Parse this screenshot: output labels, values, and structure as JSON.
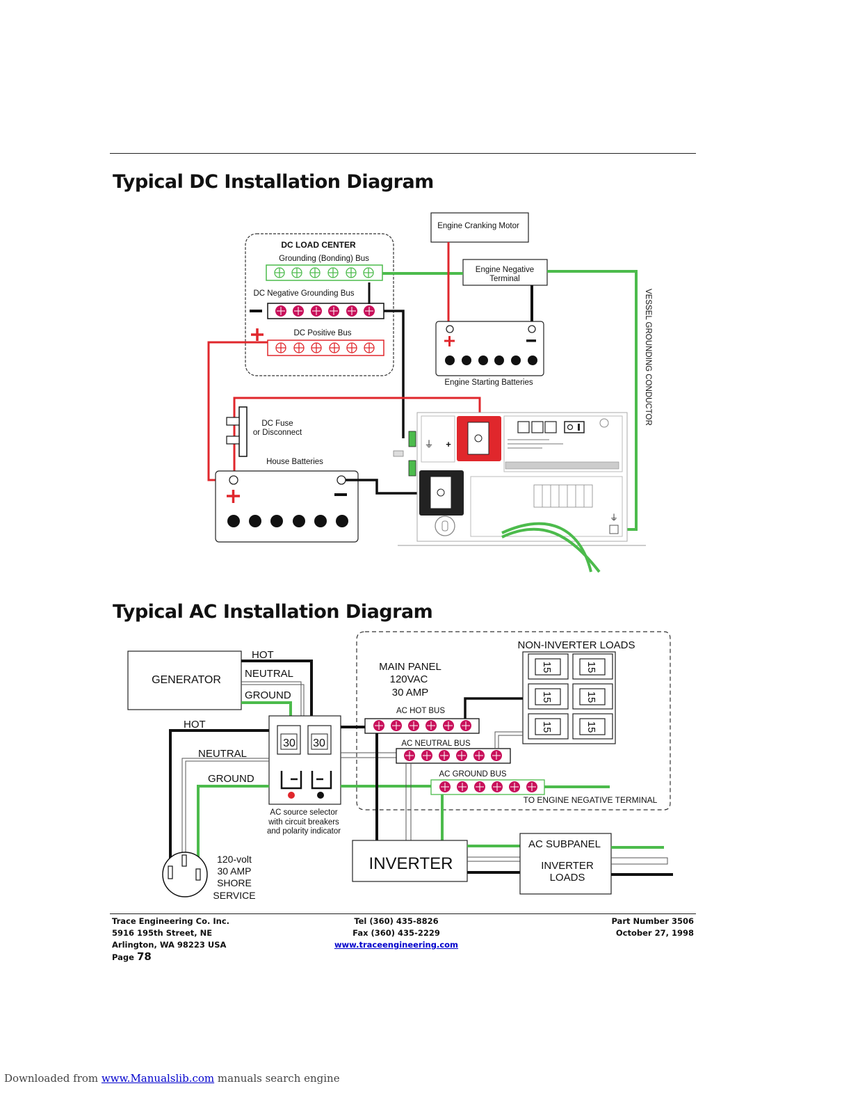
{
  "dc_title": "Typical DC Installation Diagram",
  "ac_title": "Typical AC Installation Diagram",
  "dc": {
    "engine_cranking_motor": "Engine Cranking Motor",
    "dc_load_center": "DC LOAD CENTER",
    "grounding_bus": "Grounding (Bonding) Bus",
    "negative_bus": "DC Negative Grounding Bus",
    "positive_bus": "DC Positive Bus",
    "engine_negative_line1": "Engine Negative",
    "engine_negative_line2": "Terminal",
    "engine_starting_batteries": "Engine Starting Batteries",
    "vessel_grounding": "VESSEL GROUNDING CONDUCTOR",
    "dc_fuse_line1": "DC Fuse",
    "dc_fuse_line2": "or Disconnect",
    "house_batteries": "House Batteries",
    "plus": "+",
    "minus": "−"
  },
  "ac": {
    "generator": "GENERATOR",
    "gen_hot": "HOT",
    "gen_neutral": "NEUTRAL",
    "gen_ground": "GROUND",
    "shore_hot": "HOT",
    "shore_neutral": "NEUTRAL",
    "shore_ground": "GROUND",
    "breaker_value": "30",
    "selector_line1": "AC source selector",
    "selector_line2": "with circuit breakers",
    "selector_line3": "and polarity indicator",
    "shore_line1": "120-volt",
    "shore_line2": "30 AMP",
    "shore_line3": "SHORE",
    "shore_line4": "SERVICE",
    "main_panel_line1": "MAIN PANEL",
    "main_panel_line2": "120VAC",
    "main_panel_line3": "30 AMP",
    "hot_bus": "AC  HOT BUS",
    "neutral_bus": "AC NEUTRAL BUS",
    "ground_bus": "AC GROUND BUS",
    "non_inverter_loads": "NON-INVERTER LOADS",
    "load_breaker_value": "15",
    "to_engine_negative": "TO ENGINE NEGATIVE TERMINAL",
    "inverter": "INVERTER",
    "ac_subpanel": "AC SUBPANEL",
    "inverter_loads_line1": "INVERTER",
    "inverter_loads_line2": "LOADS"
  },
  "footer": {
    "company": "Trace Engineering Co. Inc.",
    "street": "5916 195th Street, NE",
    "city": "Arlington, WA 98223 USA",
    "page_label": "Page",
    "page_number": "78",
    "tel": "Tel (360) 435-8826",
    "fax": "Fax (360) 435-2229",
    "website": "www.traceengineering.com",
    "part_number": "Part Number 3506",
    "date": "October 27, 1998"
  },
  "download": {
    "prefix": "Downloaded from",
    "site": "www.Manualslib.com",
    "suffix": "manuals search engine"
  },
  "colors": {
    "red": "#e0272c",
    "green": "#4cbb4c",
    "black": "#111111",
    "terminal": "#c8105a",
    "link": "#0000cc"
  }
}
